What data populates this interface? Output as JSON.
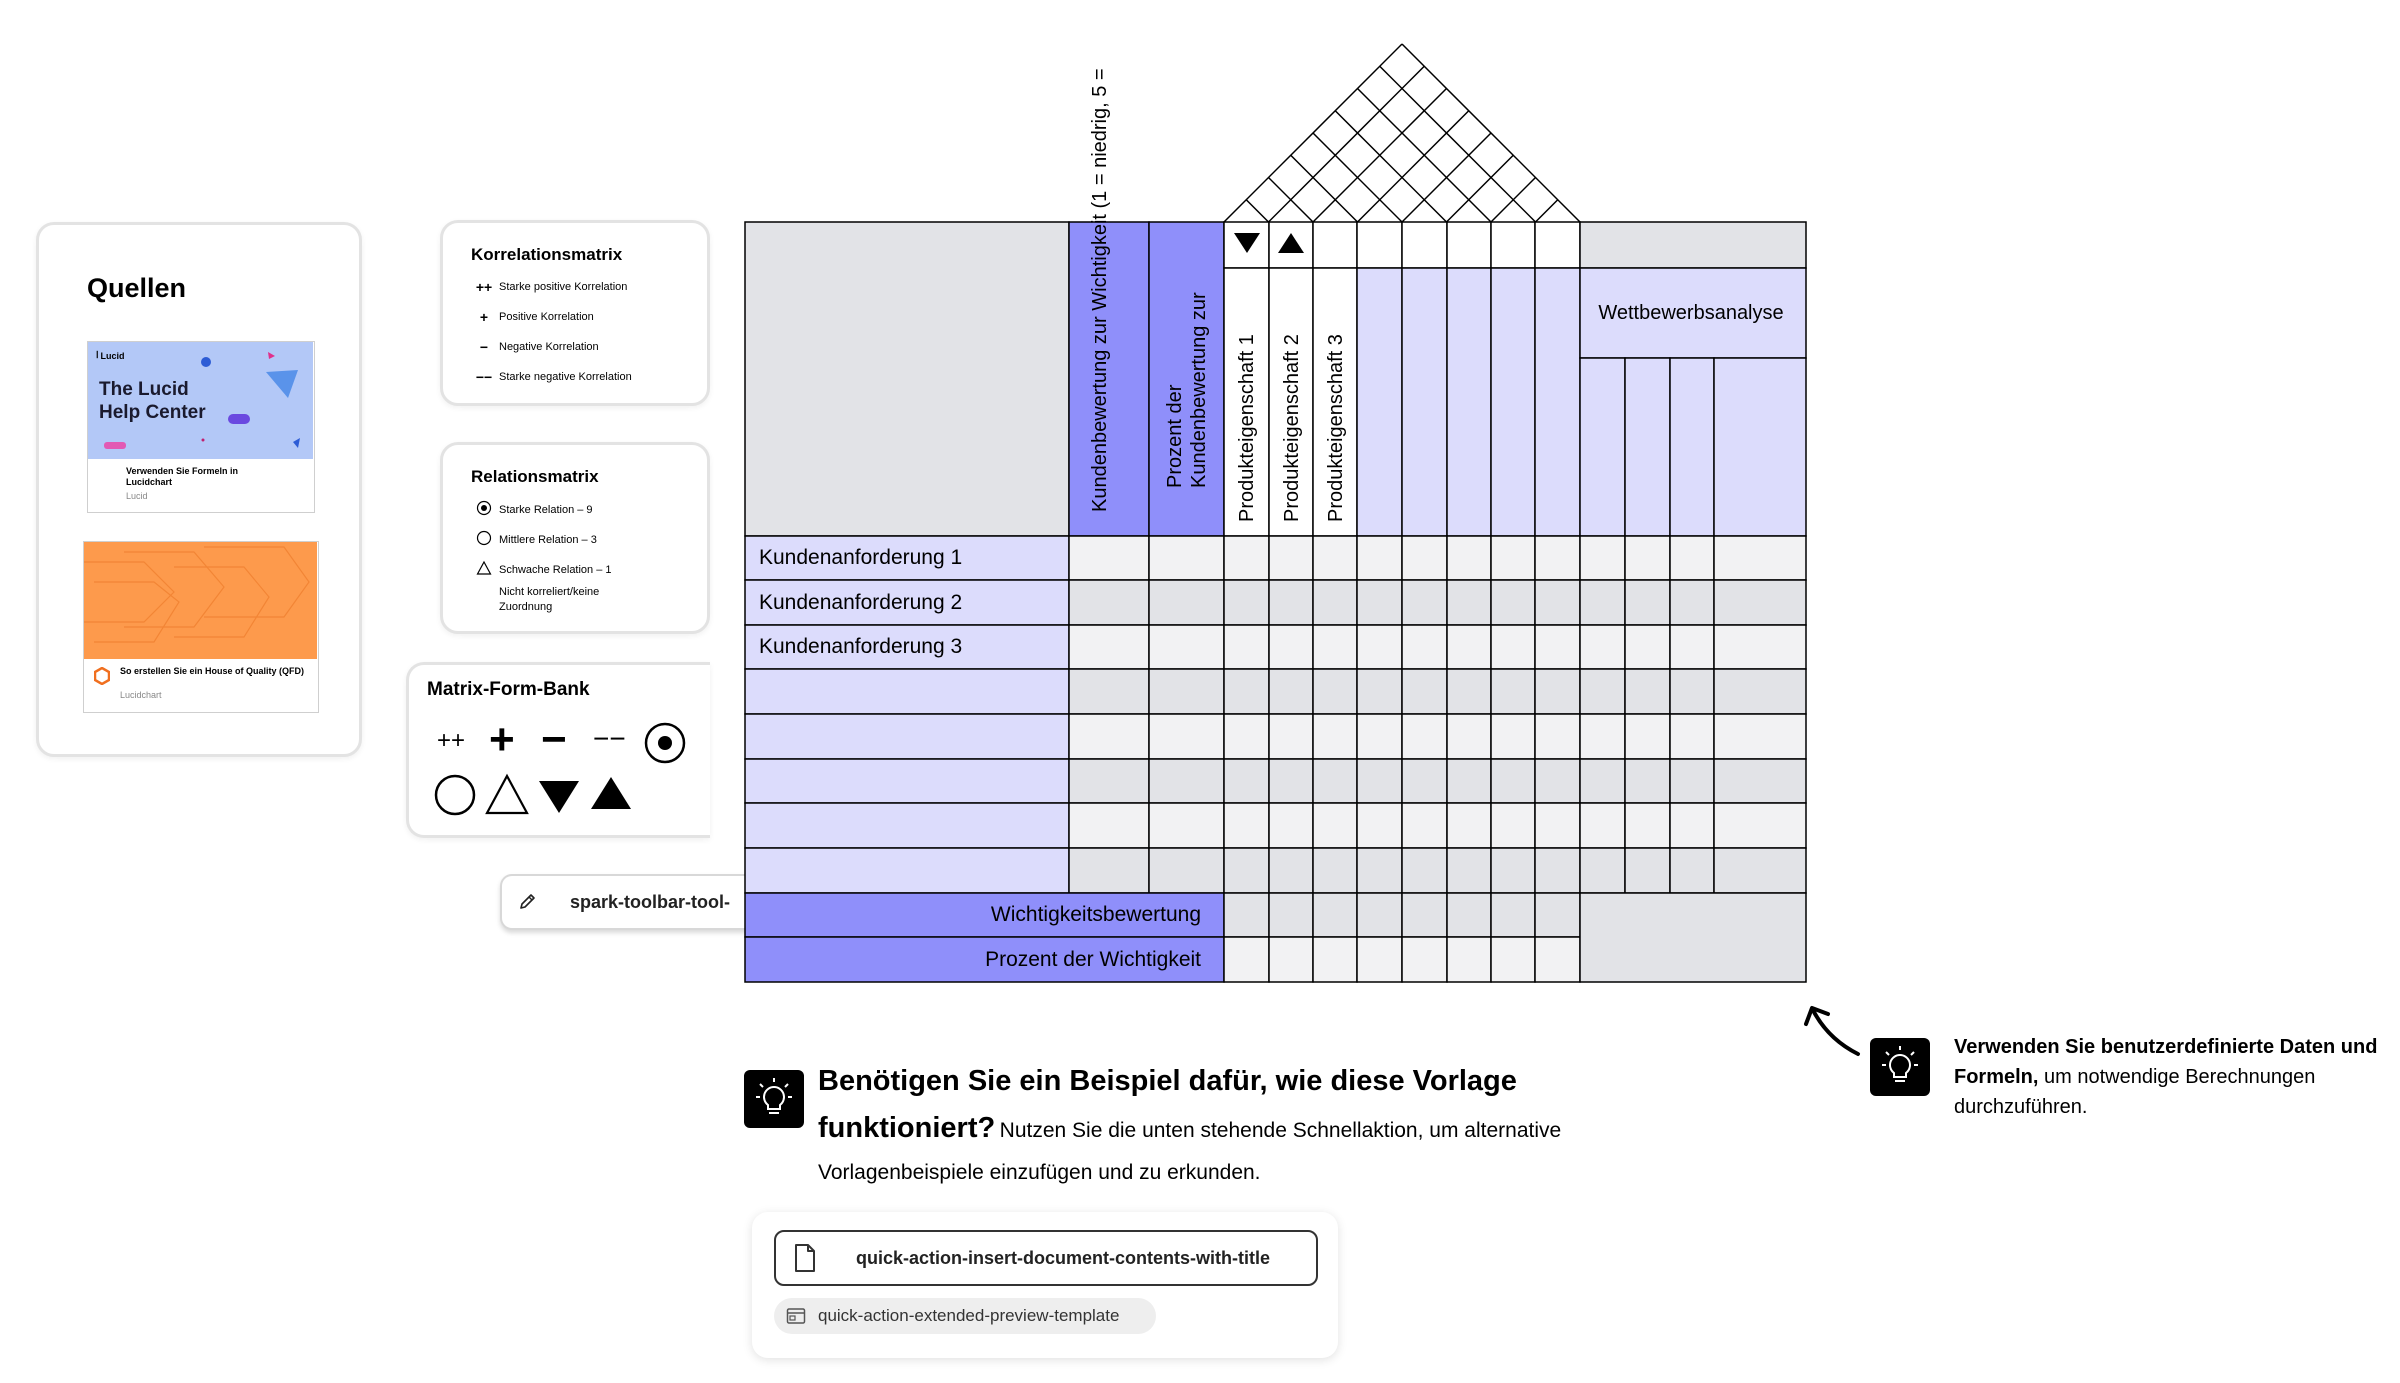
{
  "sources": {
    "title": "Quellen",
    "card1": {
      "brand": "Lucid",
      "headline_line1": "The Lucid",
      "headline_line2": "Help Center",
      "link_title": "Verwenden Sie Formeln in Lucidchart",
      "link_source": "Lucid"
    },
    "card2": {
      "link_title": "So erstellen Sie ein House of Quality (QFD)",
      "link_source": "Lucidchart"
    }
  },
  "correlation_legend": {
    "title": "Korrelationsmatrix",
    "items": [
      {
        "symbol": "++",
        "label": "Starke positive Korrelation"
      },
      {
        "symbol": "+",
        "label": "Positive Korrelation"
      },
      {
        "symbol": "−",
        "label": "Negative Korrelation"
      },
      {
        "symbol": "−−",
        "label": "Starke negative Korrelation"
      }
    ]
  },
  "relation_legend": {
    "title": "Relationsmatrix",
    "items": [
      {
        "symbol": "strong",
        "label": "Starke Relation – 9"
      },
      {
        "symbol": "medium",
        "label": "Mittlere Relation – 3"
      },
      {
        "symbol": "weak",
        "label": "Schwache Relation – 1"
      },
      {
        "symbol": "none",
        "label": "Nicht korreliert/keine Zuordnung"
      }
    ]
  },
  "shape_bank": {
    "title": "Matrix-Form-Bank",
    "row1": [
      "++",
      "+",
      "−",
      "−−",
      "target-circle"
    ],
    "row2": [
      "circle",
      "triangle-outline",
      "triangle-down-filled",
      "triangle-up-filled"
    ]
  },
  "toolbar_tool": {
    "label": "spark-toolbar-tool-"
  },
  "matrix": {
    "header_importance": "Kundenbewertung zur Wichtigkeit (1 = niedrig, 5 =",
    "header_percent": "Prozent der Kundenbewertung zur",
    "properties": [
      "Produkteigenschaft 1",
      "Produkteigenschaft 2",
      "Produkteigenschaft 3"
    ],
    "competition_header": "Wettbewerbsanalyse",
    "requirements": [
      "Kundenanforderung 1",
      "Kundenanforderung 2",
      "Kundenanforderung 3",
      "",
      "",
      "",
      "",
      ""
    ],
    "footer_rows": [
      "Wichtigkeitsbewertung",
      "Prozent der Wichtigkeit"
    ],
    "direction_symbols": [
      "triangle-down-filled",
      "triangle-up-filled"
    ],
    "colors": {
      "accent": "#8f8ffa",
      "light_accent": "#dcdcfc",
      "gray": "#e2e3e7",
      "light_gray": "#f2f2f3"
    }
  },
  "tip_main": {
    "heading": "Benötigen Sie ein Beispiel dafür, wie diese Vorlage funktioniert?",
    "body": "Nutzen Sie die unten stehende Schnellaktion, um alternative Vorlagenbeispiele einzufügen und zu erkunden."
  },
  "quick_action": {
    "primary_label": "quick-action-insert-document-contents-with-title",
    "secondary_label": "quick-action-extended-preview-template"
  },
  "tip_side": {
    "bold": "Verwenden Sie benutzerdefinierte Daten und Formeln,",
    "rest": "um notwendige Berechnungen durchzuführen."
  }
}
